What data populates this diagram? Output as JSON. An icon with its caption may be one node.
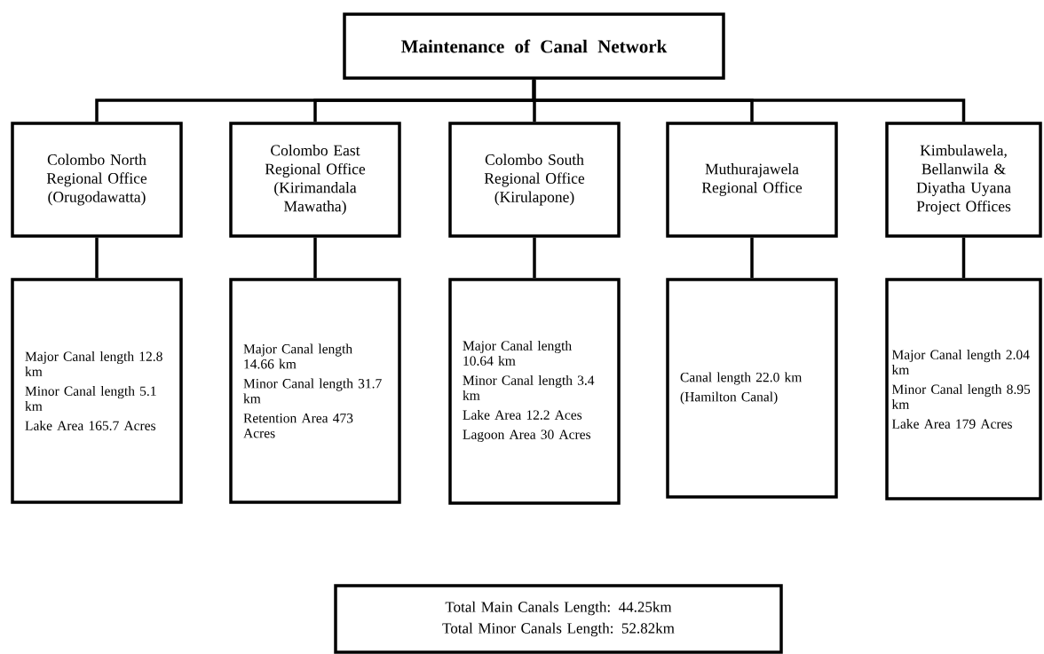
{
  "diagram": {
    "nodes": [
      {
        "text": [
          "Maintenance of Canal Network"
        ]
      },
      {
        "text": [
          "Colombo North Regional Office (Orugodawatta)"
        ]
      },
      {
        "text": [
          "Colombo East Regional Office (Kirimandala Mawatha)"
        ]
      },
      {
        "text": [
          "Colombo South Regional Office (Kirulapone)"
        ]
      },
      {
        "text": [
          "Muthurajawela Regional Office"
        ]
      },
      {
        "text": [
          "Kimbulawela, Bellanwila & Diyatha Uyana Project Offices"
        ]
      },
      {
        "text": [
          "Major Canal length 12.8 km",
          "Minor Canal length 5.1 km",
          "Lake Area 165.7 Acres"
        ]
      },
      {
        "text": [
          "Major Canal length 14.66 km",
          "Minor Canal length 31.7 km",
          "Retention Area 473 Acres"
        ]
      },
      {
        "text": [
          "Major Canal length 10.64 km",
          "Minor Canal length 3.4 km",
          "Lake Area 12.2 Aces",
          "Lagoon Area 30 Acres"
        ]
      },
      {
        "text": [
          "Canal length 22.0 km",
          "(Hamilton Canal)"
        ]
      },
      {
        "text": [
          "Major Canal length 2.04 km",
          "Minor Canal length 8.95 km",
          "Lake Area 179 Acres"
        ]
      },
      {
        "text": [
          "Total Main Canals Length: 44.25km",
          "Total Minor Canals Length: 52.82km"
        ]
      }
    ],
    "edges": [
      {
        "from": 0,
        "to": 1,
        "arrow": "none"
      },
      {
        "from": 0,
        "to": 2,
        "arrow": "none"
      },
      {
        "from": 0,
        "to": 3,
        "arrow": "none"
      },
      {
        "from": 0,
        "to": 4,
        "arrow": "none"
      },
      {
        "from": 0,
        "to": 5,
        "arrow": "none"
      },
      {
        "from": 1,
        "to": 6,
        "arrow": "none"
      },
      {
        "from": 2,
        "to": 7,
        "arrow": "none"
      },
      {
        "from": 3,
        "to": 8,
        "arrow": "none"
      },
      {
        "from": 4,
        "to": 9,
        "arrow": "none"
      },
      {
        "from": 5,
        "to": 10,
        "arrow": "none"
      }
    ]
  }
}
